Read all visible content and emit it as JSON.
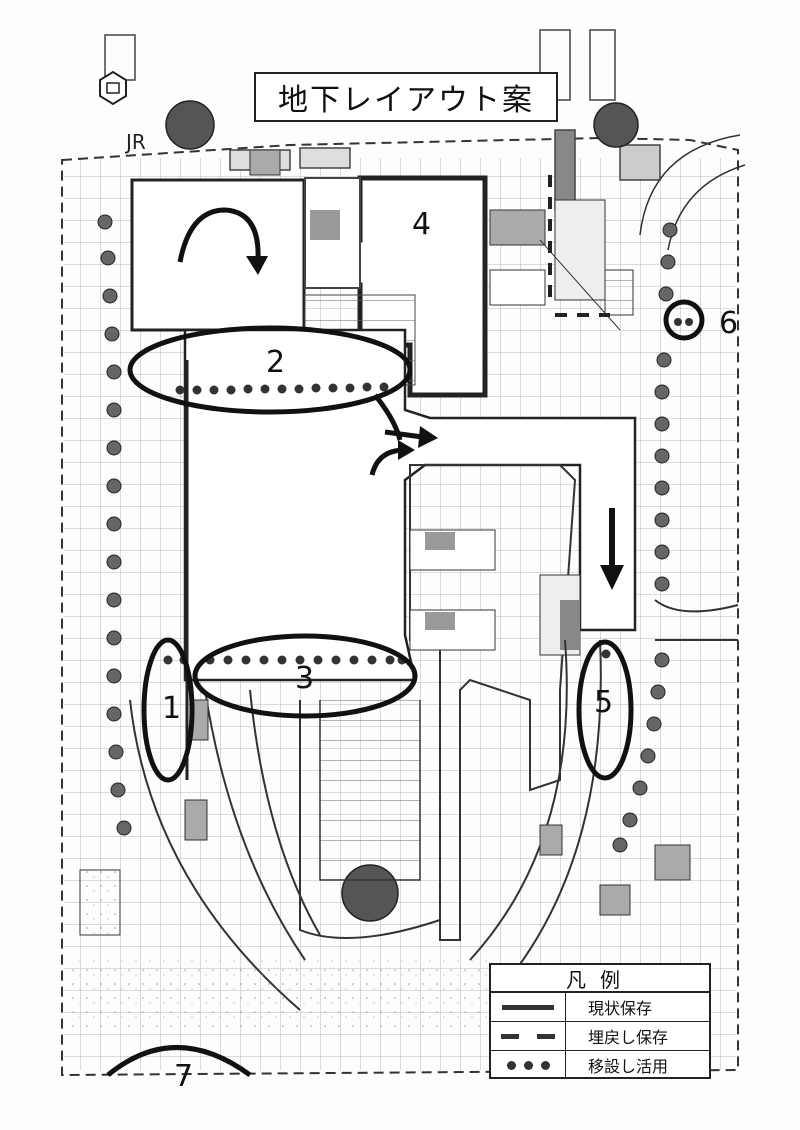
{
  "map": {
    "title": "地下レイアウト案",
    "jr_label": "JR",
    "areas": [
      {
        "id": "1",
        "label": "1"
      },
      {
        "id": "2",
        "label": "2"
      },
      {
        "id": "3",
        "label": "3"
      },
      {
        "id": "4",
        "label": "4"
      },
      {
        "id": "5",
        "label": "5"
      },
      {
        "id": "6",
        "label": "6"
      },
      {
        "id": "7",
        "label": "7"
      }
    ]
  },
  "legend": {
    "title": "凡例",
    "items": [
      {
        "symbol": "solid-line",
        "label": "現状保存"
      },
      {
        "symbol": "dashed-line",
        "label": "埋戻し保存"
      },
      {
        "symbol": "dots",
        "label": "移設し活用"
      }
    ]
  }
}
